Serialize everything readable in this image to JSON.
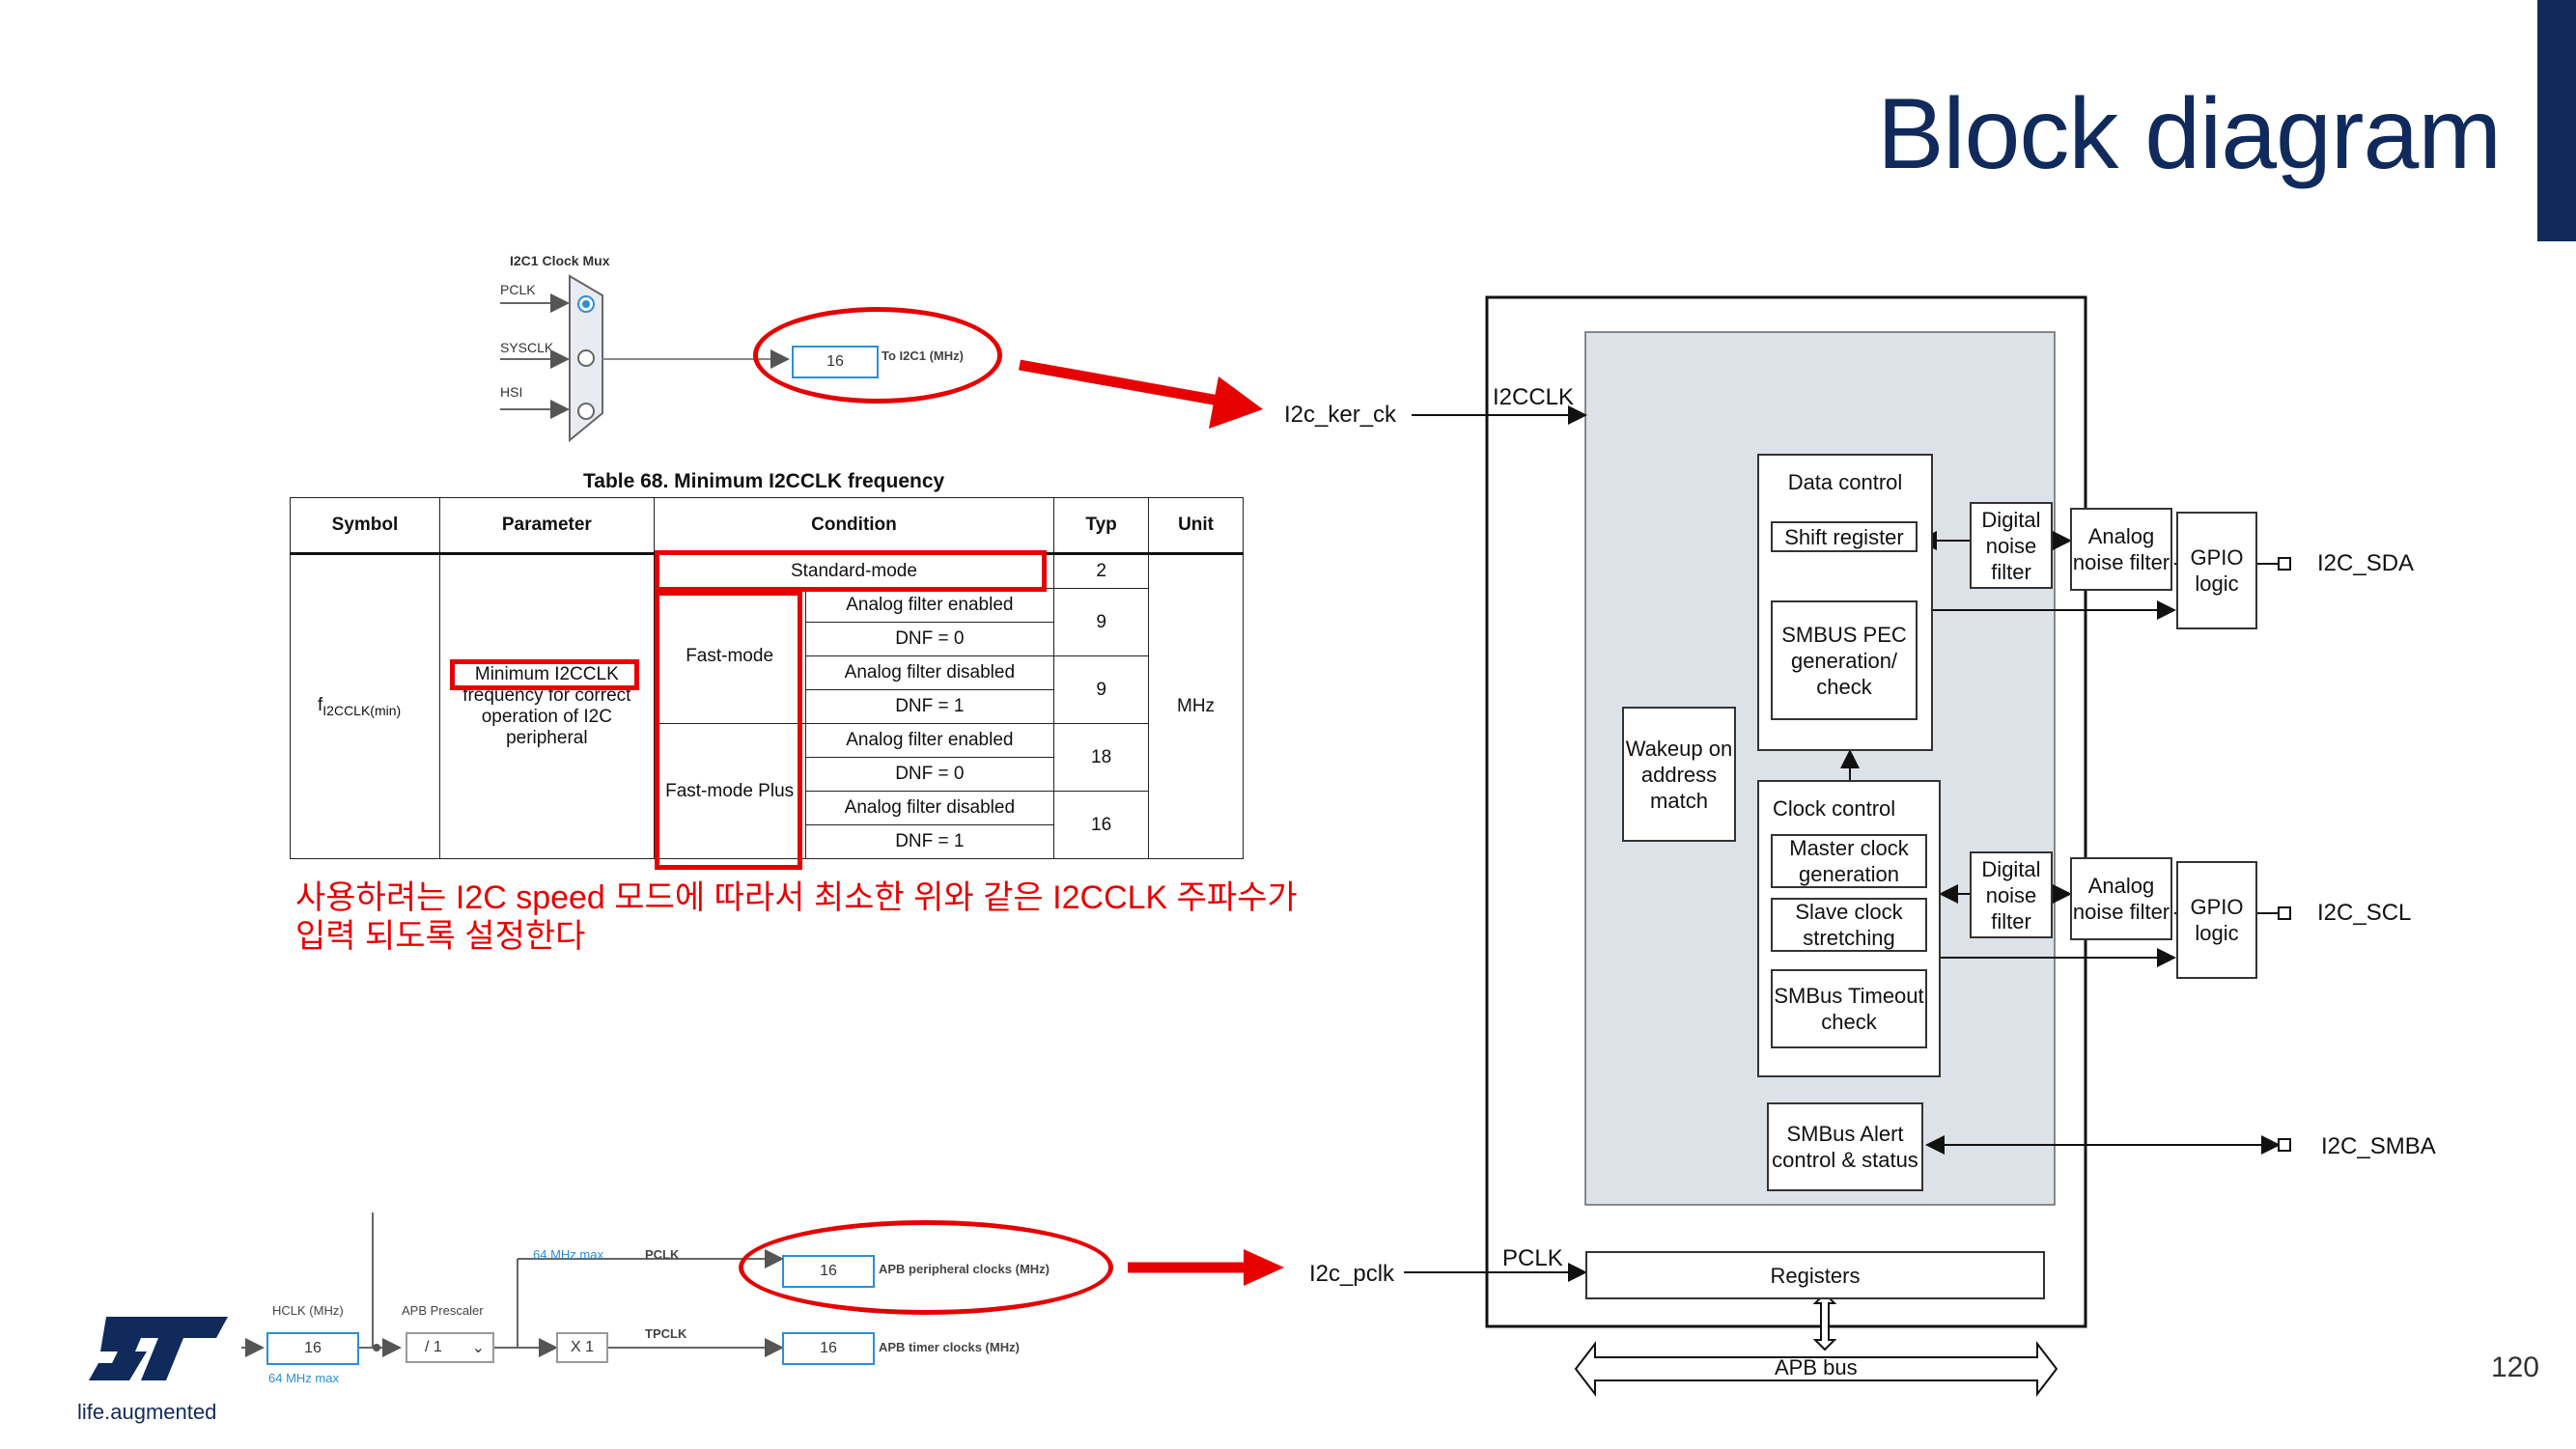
{
  "slide": {
    "title": "Block diagram",
    "page_number": "120",
    "tagline": "life.augmented"
  },
  "clock_mux": {
    "title": "I2C1 Clock Mux",
    "inputs": [
      "PCLK",
      "SYSCLK",
      "HSI"
    ],
    "selected": "PCLK",
    "output_value": "16",
    "output_label": "To I2C1 (MHz)"
  },
  "table": {
    "caption": "Table 68. Minimum I2CCLK frequency",
    "headers": [
      "Symbol",
      "Parameter",
      "Condition",
      "Typ",
      "Unit"
    ],
    "symbol": "f",
    "symbol_sub": "I2CCLK(min)",
    "parameter_highlight": "Minimum I2CCLK",
    "parameter_rest": "frequency for correct operation of I2C peripheral",
    "standard_mode": "Standard-mode",
    "standard_typ": "2",
    "fast_mode": "Fast-mode",
    "fast_mode_plus": "Fast-mode Plus",
    "afe": "Analog filter enabled",
    "afd": "Analog filter disabled",
    "dnf0": "DNF = 0",
    "dnf1": "DNF = 1",
    "typ_fm_a": "9",
    "typ_fm_b": "9",
    "typ_fmp_a": "18",
    "typ_fmp_b": "16",
    "unit": "MHz"
  },
  "note": {
    "line1": "사용하려는 I2C speed 모드에 따라서 최소한 위와 같은 I2CCLK 주파수가",
    "line2": "입력 되도록 설정한다"
  },
  "clock_tree": {
    "hclk_label": "HCLK (MHz)",
    "hclk_value": "16",
    "hclk_max": "64 MHz max",
    "apb_prescaler_label": "APB Prescaler",
    "apb_prescaler_value": "/ 1",
    "pclk_max": "64 MHz max",
    "pclk_label": "PCLK",
    "pclk_value": "16",
    "pclk_out_label": "APB peripheral clocks (MHz)",
    "multiplier": "X 1",
    "tpclk_label": "TPCLK",
    "tpclk_value": "16",
    "tpclk_out_label": "APB timer clocks (MHz)"
  },
  "block": {
    "i2c_ker_ck": "I2c_ker_ck",
    "i2c_pclk": "I2c_pclk",
    "i2cclk": "I2CCLK",
    "pclk": "PCLK",
    "data_control": "Data control",
    "shift_register": "Shift register",
    "smbus_pec": "SMBUS PEC generation/ check",
    "wakeup": "Wakeup on address match",
    "clock_control": "Clock control",
    "master_clock": "Master clock generation",
    "slave_clock": "Slave clock stretching",
    "smbus_timeout": "SMBus Timeout check",
    "smbus_alert": "SMBus Alert control & status",
    "digital_noise_filter": "Digital noise filter",
    "analog_noise_filter": "Analog noise filter",
    "gpio_logic": "GPIO logic",
    "registers": "Registers",
    "apb_bus": "APB bus",
    "pin_sda": "I2C_SDA",
    "pin_scl": "I2C_SCL",
    "pin_smba": "I2C_SMBA"
  },
  "colors": {
    "title": "#102a5c",
    "highlight": "#e60000",
    "field": "#2a8fd6",
    "inner_fill": "#dde1e8"
  }
}
